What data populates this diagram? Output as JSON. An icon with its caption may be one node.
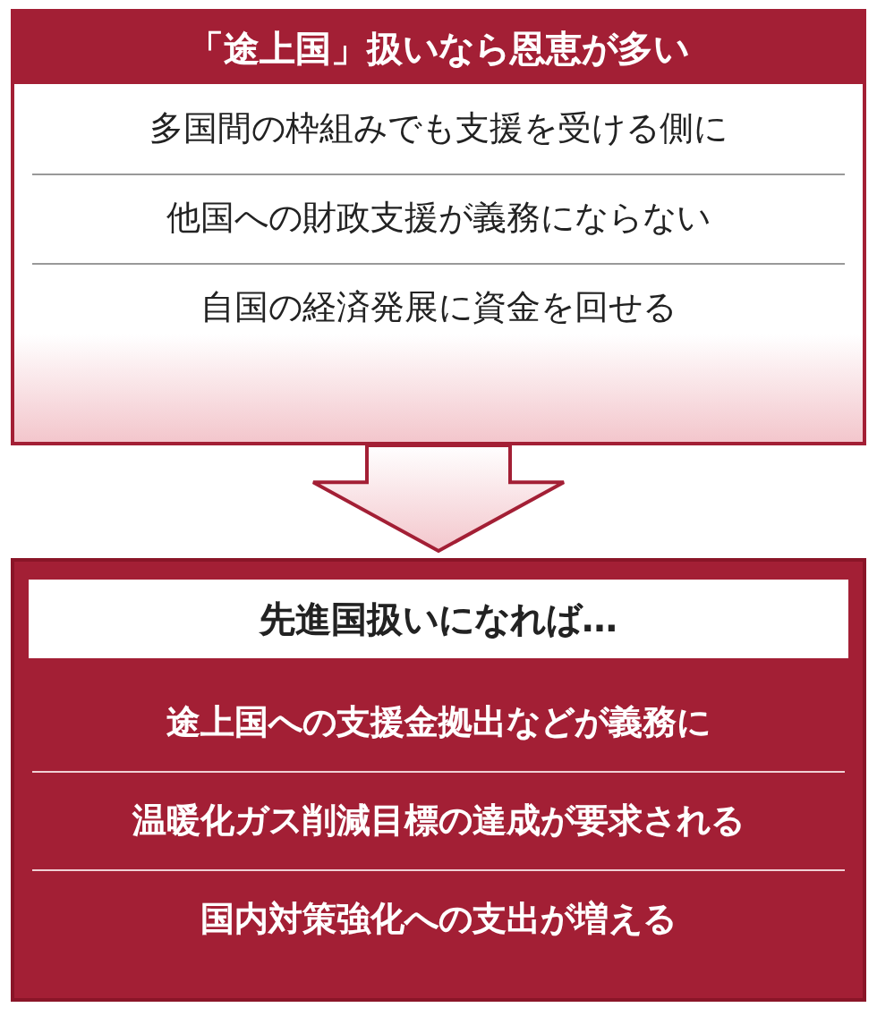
{
  "diagram": {
    "nodes": [
      {
        "text": [
          "「途上国」扱いなら恩恵が多い",
          "多国間の枠組みでも支援を受ける側に",
          "他国への財政支援が義務にならない",
          "自国の経済発展に資金を回せる"
        ]
      },
      {
        "text": [
          "先進国扱いになれば…",
          "途上国への支援金拠出などが義務に",
          "温暖化ガス削減目標の達成が要求される",
          "国内対策強化への支出が増える"
        ]
      }
    ],
    "edges": [
      {
        "from": 0,
        "to": 1,
        "arrow": "to"
      }
    ]
  }
}
